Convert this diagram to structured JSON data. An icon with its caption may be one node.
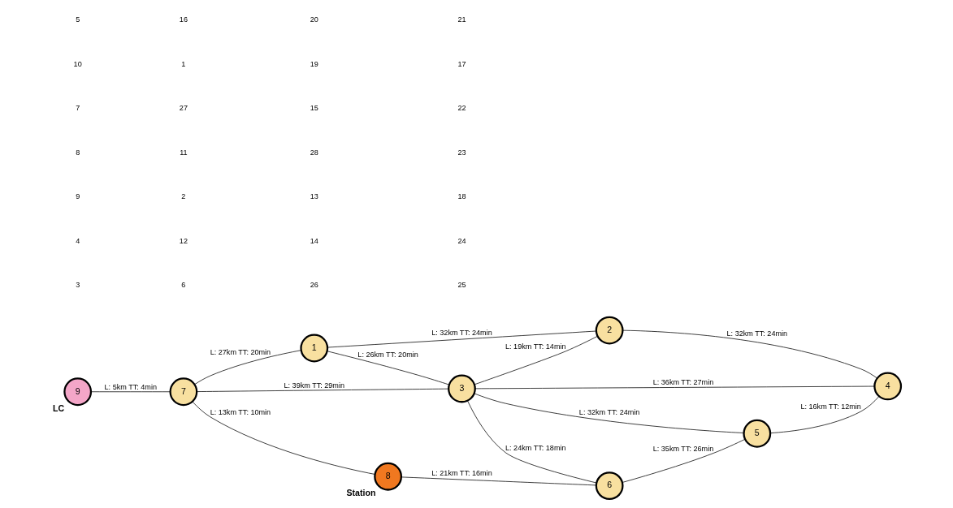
{
  "diagram": {
    "nodes": [
      {
        "text": [
          "1"
        ]
      },
      {
        "text": [
          "2"
        ]
      },
      {
        "text": [
          "3"
        ]
      },
      {
        "text": [
          "4"
        ]
      },
      {
        "text": [
          "5"
        ]
      },
      {
        "text": [
          "6"
        ]
      },
      {
        "text": [
          "7"
        ]
      },
      {
        "text": [
          "8"
        ],
        "beside": [
          "Station"
        ]
      },
      {
        "text": [
          "9"
        ],
        "beside": [
          "LC"
        ]
      }
    ],
    "edges": [
      {
        "from": 0,
        "to": 1,
        "arrow": "none",
        "label": "L: 32km TT: 24min"
      },
      {
        "from": 0,
        "to": 2,
        "arrow": "none",
        "label": "L: 26km TT: 20min"
      },
      {
        "from": 6,
        "to": 0,
        "arrow": "none",
        "label": "L: 27km TT: 20min"
      },
      {
        "from": 2,
        "to": 1,
        "arrow": "none",
        "label": "L: 19km TT: 14min"
      },
      {
        "from": 1,
        "to": 3,
        "arrow": "none",
        "label": "L: 32km TT: 24min"
      },
      {
        "from": 2,
        "to": 3,
        "arrow": "none",
        "label": "L: 36km TT: 27min"
      },
      {
        "from": 2,
        "to": 4,
        "arrow": "none",
        "label": "L: 32km TT: 24min"
      },
      {
        "from": 2,
        "to": 5,
        "arrow": "none",
        "label": "L: 24km TT: 18min"
      },
      {
        "from": 6,
        "to": 2,
        "arrow": "none",
        "label": "L: 39km TT: 29min"
      },
      {
        "from": 4,
        "to": 3,
        "arrow": "none",
        "label": "L: 16km TT: 12min"
      },
      {
        "from": 5,
        "to": 4,
        "arrow": "none",
        "label": "L: 35km TT: 26min"
      },
      {
        "from": 7,
        "to": 5,
        "arrow": "none",
        "label": "L: 21km TT: 16min"
      },
      {
        "from": 6,
        "to": 7,
        "arrow": "none",
        "label": "L: 13km TT: 10min"
      },
      {
        "from": 8,
        "to": 6,
        "arrow": "none",
        "label": "L: 5km TT: 4min"
      }
    ],
    "labels": [
      "3",
      "4",
      "9",
      "8",
      "7",
      "10",
      "5",
      "6",
      "12",
      "2",
      "11",
      "27",
      "1",
      "16",
      "26",
      "14",
      "13",
      "28",
      "15",
      "19",
      "20",
      "25",
      "24",
      "18",
      "23",
      "22",
      "17",
      "21"
    ]
  }
}
